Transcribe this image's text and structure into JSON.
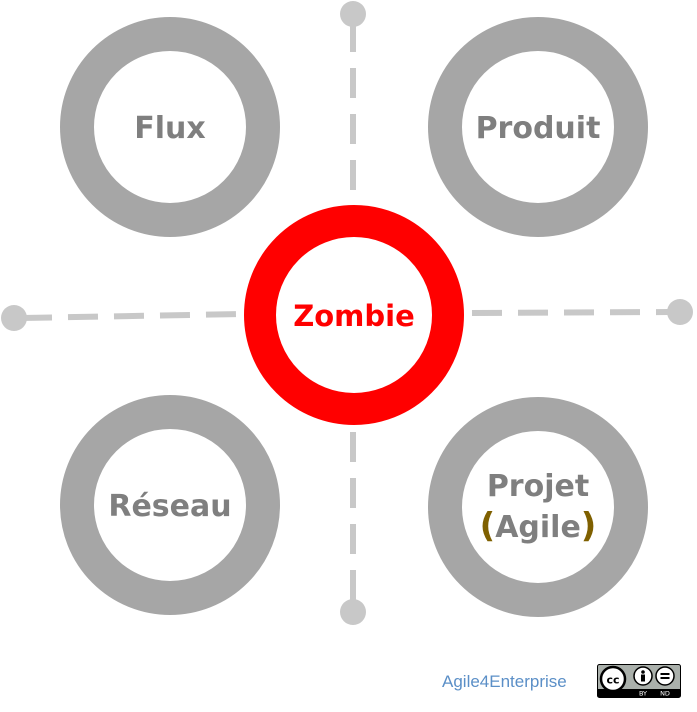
{
  "nodes": {
    "flux": {
      "label": "Flux"
    },
    "produit": {
      "label": "Produit"
    },
    "zombie": {
      "label": "Zombie"
    },
    "reseau": {
      "label": "Réseau"
    },
    "projet": {
      "line1": "Projet",
      "paren_open": "(",
      "line2": "Agile",
      "paren_close": ")"
    }
  },
  "footer": {
    "brand": "Agile4Enterprise",
    "license": {
      "cc": "cc",
      "by": "BY",
      "nd": "ND"
    }
  },
  "colors": {
    "ring_gray": "#a6a6a6",
    "label_gray": "#7f7f7f",
    "zombie_red": "#ff0000",
    "axis_gray": "#c8c8c8",
    "paren_brown": "#7f6000",
    "brand_blue": "#5b8fc7"
  }
}
